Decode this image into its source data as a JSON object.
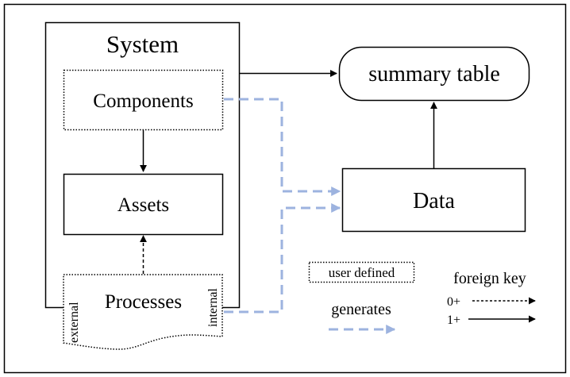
{
  "system": {
    "title": "System"
  },
  "components": {
    "label": "Components"
  },
  "assets": {
    "label": "Assets"
  },
  "processes": {
    "label": "Processes",
    "side_left": "external",
    "side_right": "internal"
  },
  "summary_table": {
    "label": "summary table"
  },
  "data_box": {
    "label": "Data"
  },
  "legend": {
    "user_defined": "user defined",
    "generates": "generates",
    "foreign_key": "foreign key",
    "zero_plus": "0+",
    "one_plus": "1+"
  },
  "colors": {
    "stroke": "#000000",
    "generates_arrow": "#9db3df",
    "background": "#ffffff"
  }
}
